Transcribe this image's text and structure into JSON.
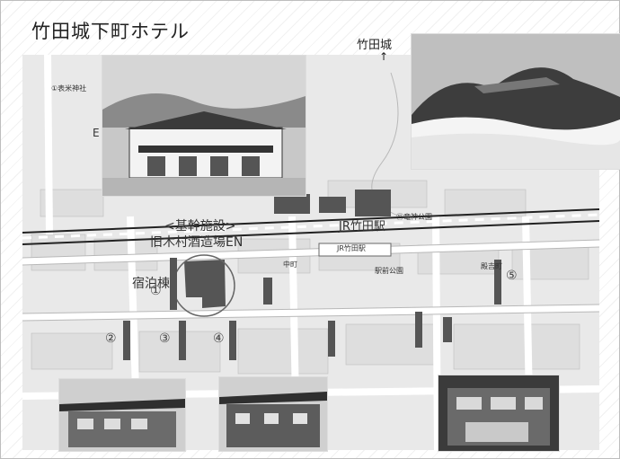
{
  "title": "竹田城下町ホテル",
  "landmarks": {
    "castle": "竹田城",
    "castle_arrow": "↑",
    "facility_header": "<基幹施設>",
    "facility_name": "旧木村酒造場EN",
    "lodging": "宿泊棟",
    "station": "JR竹田駅",
    "station_small": "JR竹田駅"
  },
  "map_text": {
    "shrine": "①表米神社",
    "park": "⑪竜神公園",
    "station_park": "駅前公園",
    "naka": "中町",
    "kiyo": "殿吉町",
    "letter": "E"
  },
  "markers": [
    "①",
    "②",
    "③",
    "④",
    "⑤"
  ],
  "colors": {
    "building": "#555555",
    "road": "#ffffff",
    "block": "#dcdcdc",
    "rail": "#222222"
  }
}
